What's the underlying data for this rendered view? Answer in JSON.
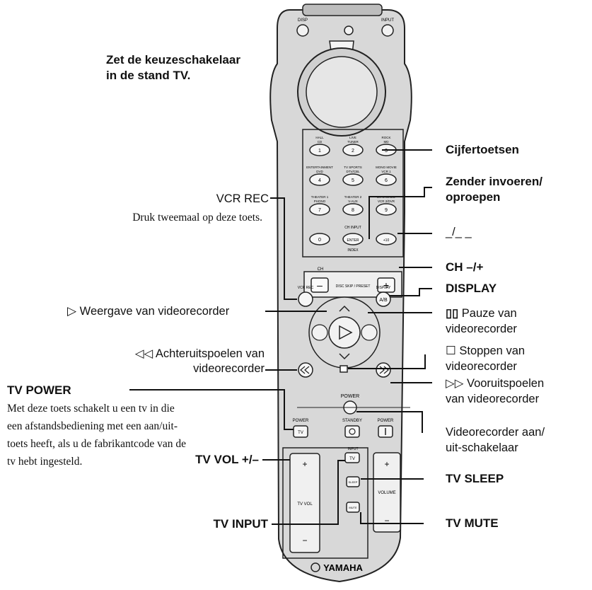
{
  "remote": {
    "top_buttons": {
      "left": "DISP",
      "right": "INPUT"
    },
    "selector": "TV",
    "numpad": {
      "headers": [
        "HALL / CD",
        "LIVE / TUNER",
        "ROCK / MD / CD-R",
        "ENTERTAINMENT / DVD",
        "TV SPORTS / DTV/CBL",
        "MONO MOVIE / VCR 1",
        "THEATER 1 / PHONO",
        "THEATER 2 / V-AUX",
        "EX STEREO / VCR 2/DVR"
      ],
      "keys": [
        "1",
        "2",
        "3",
        "4",
        "5",
        "6",
        "7",
        "8",
        "9"
      ],
      "bottom_keys": [
        "0",
        "ENTER",
        "+10"
      ],
      "ch_input_label": "CH INPUT",
      "index_label": "INDEX"
    },
    "ch_bar": {
      "title": "CH",
      "minus": "–",
      "plus": "+",
      "middle": "DISC SKIP / PRESET"
    },
    "vcr_rec_label": "VCR REC",
    "display_key": "A/B",
    "display_label": "DISPLAY",
    "power_label": "POWER",
    "standby_label": "STANDBY",
    "tv_key": "TV",
    "input_label": "INPUT",
    "tv_vol_label": "TV VOL",
    "volume_label": "VOLUME",
    "sleep_key": "SLEEP",
    "mute_key": "MUTE",
    "brand": "YAMAHA"
  },
  "callouts": {
    "selector_note": [
      "Zet de keuzeschakelaar",
      "in de stand TV."
    ],
    "cijfertoetsen": "Cijfertoetsen",
    "zender": [
      "Zender invoeren/",
      "oproepen"
    ],
    "dash": "_/_ _",
    "ch": "CH –/+",
    "display": "DISPLAY",
    "pause": [
      "Pauze van",
      "videorecorder"
    ],
    "stop": [
      "Stoppen van",
      "videorecorder"
    ],
    "ffwd": [
      "Vooruitspoelen",
      "van videorecorder"
    ],
    "vcr_power": [
      "Videorecorder aan/",
      "uit-schakelaar"
    ],
    "tv_sleep": "TV SLEEP",
    "tv_mute": "TV MUTE",
    "vcr_rec_title": "VCR REC",
    "vcr_rec_desc": "Druk tweemaal op deze toets.",
    "play": "Weergave van videorecorder",
    "rewind": [
      "Achteruitspoelen van",
      "videorecorder"
    ],
    "tv_power_title": "TV POWER",
    "tv_power_desc": [
      "Met deze toets schakelt u een tv in die",
      "een afstandsbediening met een aan/uit-",
      "toets heeft, als u de fabrikantcode van de",
      "tv hebt ingesteld."
    ],
    "tv_vol": "TV VOL +/–",
    "tv_input": "TV INPUT"
  }
}
